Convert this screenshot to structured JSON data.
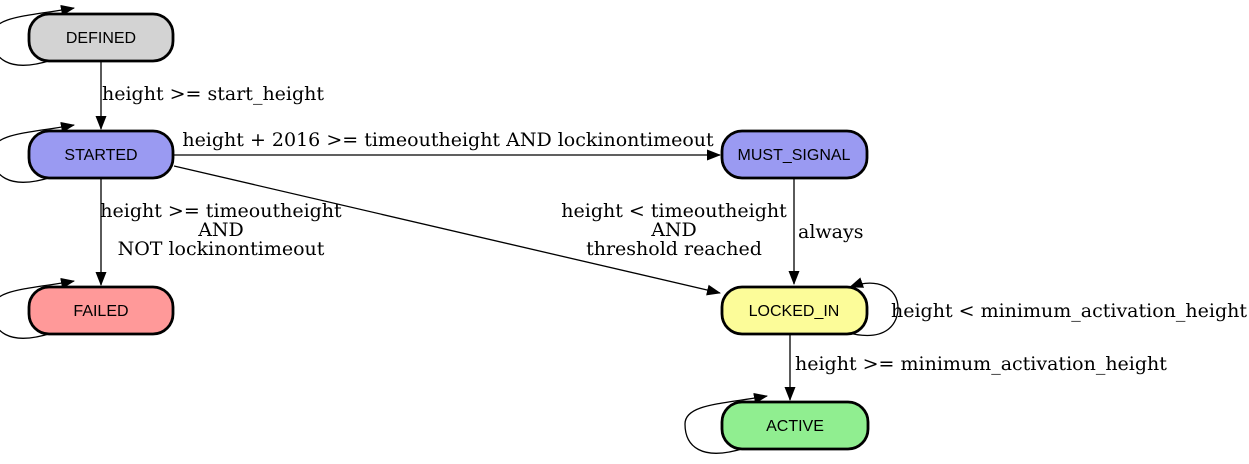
{
  "diagram": {
    "kind": "state-machine",
    "background": "#ffffff",
    "line_color": "#000000",
    "text_color": "#000000"
  },
  "states": {
    "defined": {
      "label": "DEFINED",
      "fill": "#d3d3d3",
      "has_self_loop": true
    },
    "started": {
      "label": "STARTED",
      "fill": "#9a9af2",
      "has_self_loop": true
    },
    "must_signal": {
      "label": "MUST_SIGNAL",
      "fill": "#9a9af2",
      "has_self_loop": false
    },
    "failed": {
      "label": "FAILED",
      "fill": "#ff9999",
      "has_self_loop": true
    },
    "locked_in": {
      "label": "LOCKED_IN",
      "fill": "#fcfc99",
      "has_self_loop": true
    },
    "active": {
      "label": "ACTIVE",
      "fill": "#90ee90",
      "has_self_loop": true
    }
  },
  "transitions": {
    "defined_to_started": {
      "from": "DEFINED",
      "to": "STARTED",
      "label": "height >= start_height"
    },
    "started_to_must_signal": {
      "from": "STARTED",
      "to": "MUST_SIGNAL",
      "label": "height + 2016 >= timeoutheight AND lockinontimeout"
    },
    "started_to_failed": {
      "from": "STARTED",
      "to": "FAILED",
      "label_lines": [
        "height >= timeoutheight",
        "AND",
        "NOT lockinontimeout"
      ]
    },
    "started_to_locked_in": {
      "from": "STARTED",
      "to": "LOCKED_IN",
      "label_lines": [
        "height < timeoutheight",
        "AND",
        "threshold reached"
      ]
    },
    "must_signal_to_locked_in": {
      "from": "MUST_SIGNAL",
      "to": "LOCKED_IN",
      "label": "always"
    },
    "locked_in_self_loop": {
      "from": "LOCKED_IN",
      "to": "LOCKED_IN",
      "label": "height < minimum_activation_height"
    },
    "locked_in_to_active": {
      "from": "LOCKED_IN",
      "to": "ACTIVE",
      "label": "height >= minimum_activation_height"
    }
  }
}
